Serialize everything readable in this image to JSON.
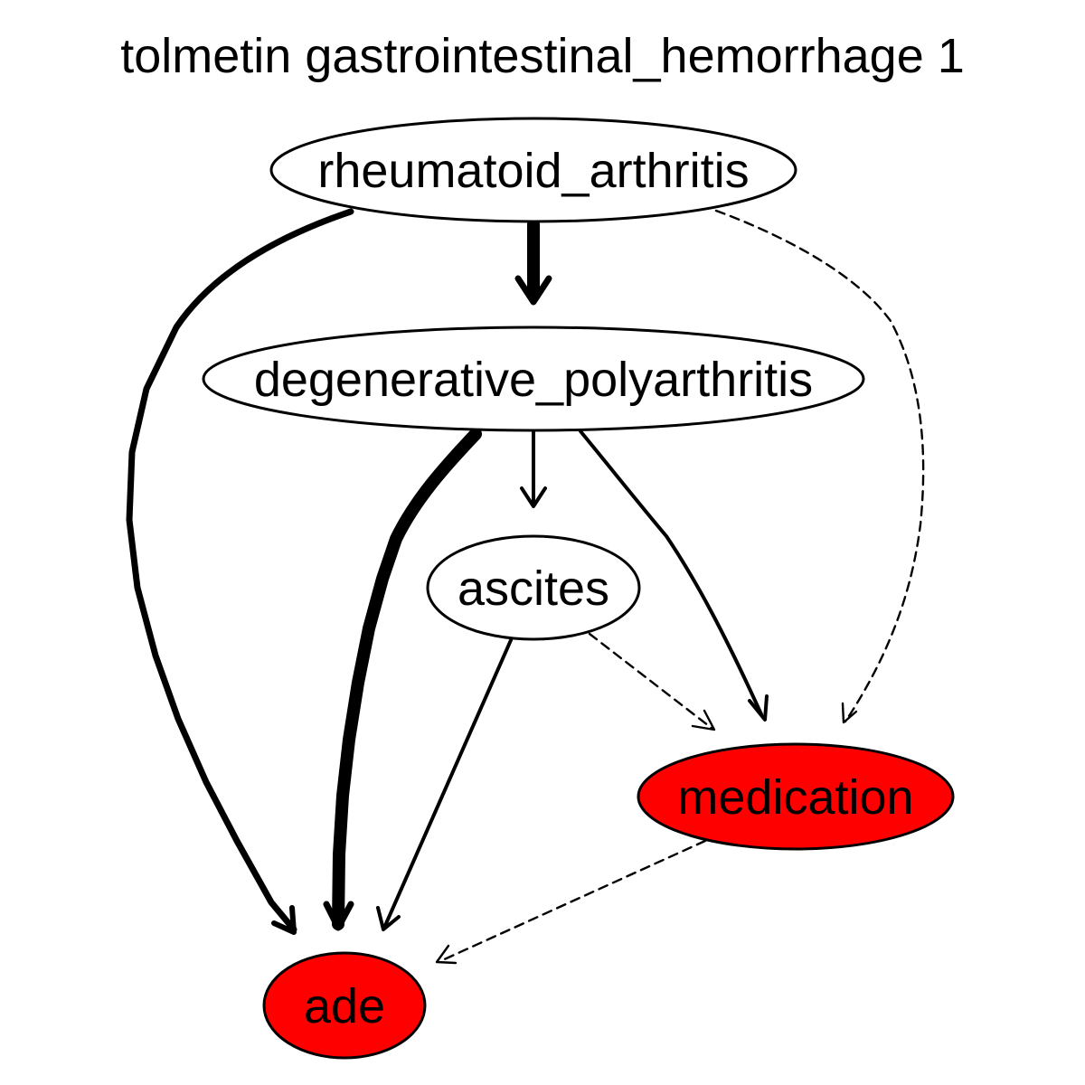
{
  "title": "tolmetin gastrointestinal_hemorrhage 1",
  "colors": {
    "highlight": "#ff0000",
    "default_fill": "#ffffff",
    "stroke": "#000000"
  },
  "nodes": [
    {
      "id": "rheumatoid_arthritis",
      "label": "rheumatoid_arthritis",
      "highlighted": false
    },
    {
      "id": "degenerative_polyarthritis",
      "label": "degenerative_polyarthritis",
      "highlighted": false
    },
    {
      "id": "ascites",
      "label": "ascites",
      "highlighted": false
    },
    {
      "id": "medication",
      "label": "medication",
      "highlighted": true
    },
    {
      "id": "ade",
      "label": "ade",
      "highlighted": true
    }
  ],
  "edges": [
    {
      "from": "rheumatoid_arthritis",
      "to": "degenerative_polyarthritis",
      "style": "solid",
      "weight": "heavy"
    },
    {
      "from": "rheumatoid_arthritis",
      "to": "ade",
      "style": "solid",
      "weight": "medium"
    },
    {
      "from": "rheumatoid_arthritis",
      "to": "medication",
      "style": "dashed",
      "weight": "light"
    },
    {
      "from": "degenerative_polyarthritis",
      "to": "ascites",
      "style": "solid",
      "weight": "normal"
    },
    {
      "from": "degenerative_polyarthritis",
      "to": "ade",
      "style": "solid",
      "weight": "heavy"
    },
    {
      "from": "degenerative_polyarthritis",
      "to": "medication",
      "style": "solid",
      "weight": "normal"
    },
    {
      "from": "ascites",
      "to": "ade",
      "style": "solid",
      "weight": "normal"
    },
    {
      "from": "ascites",
      "to": "medication",
      "style": "dashed",
      "weight": "light"
    },
    {
      "from": "medication",
      "to": "ade",
      "style": "dashed",
      "weight": "light"
    }
  ]
}
